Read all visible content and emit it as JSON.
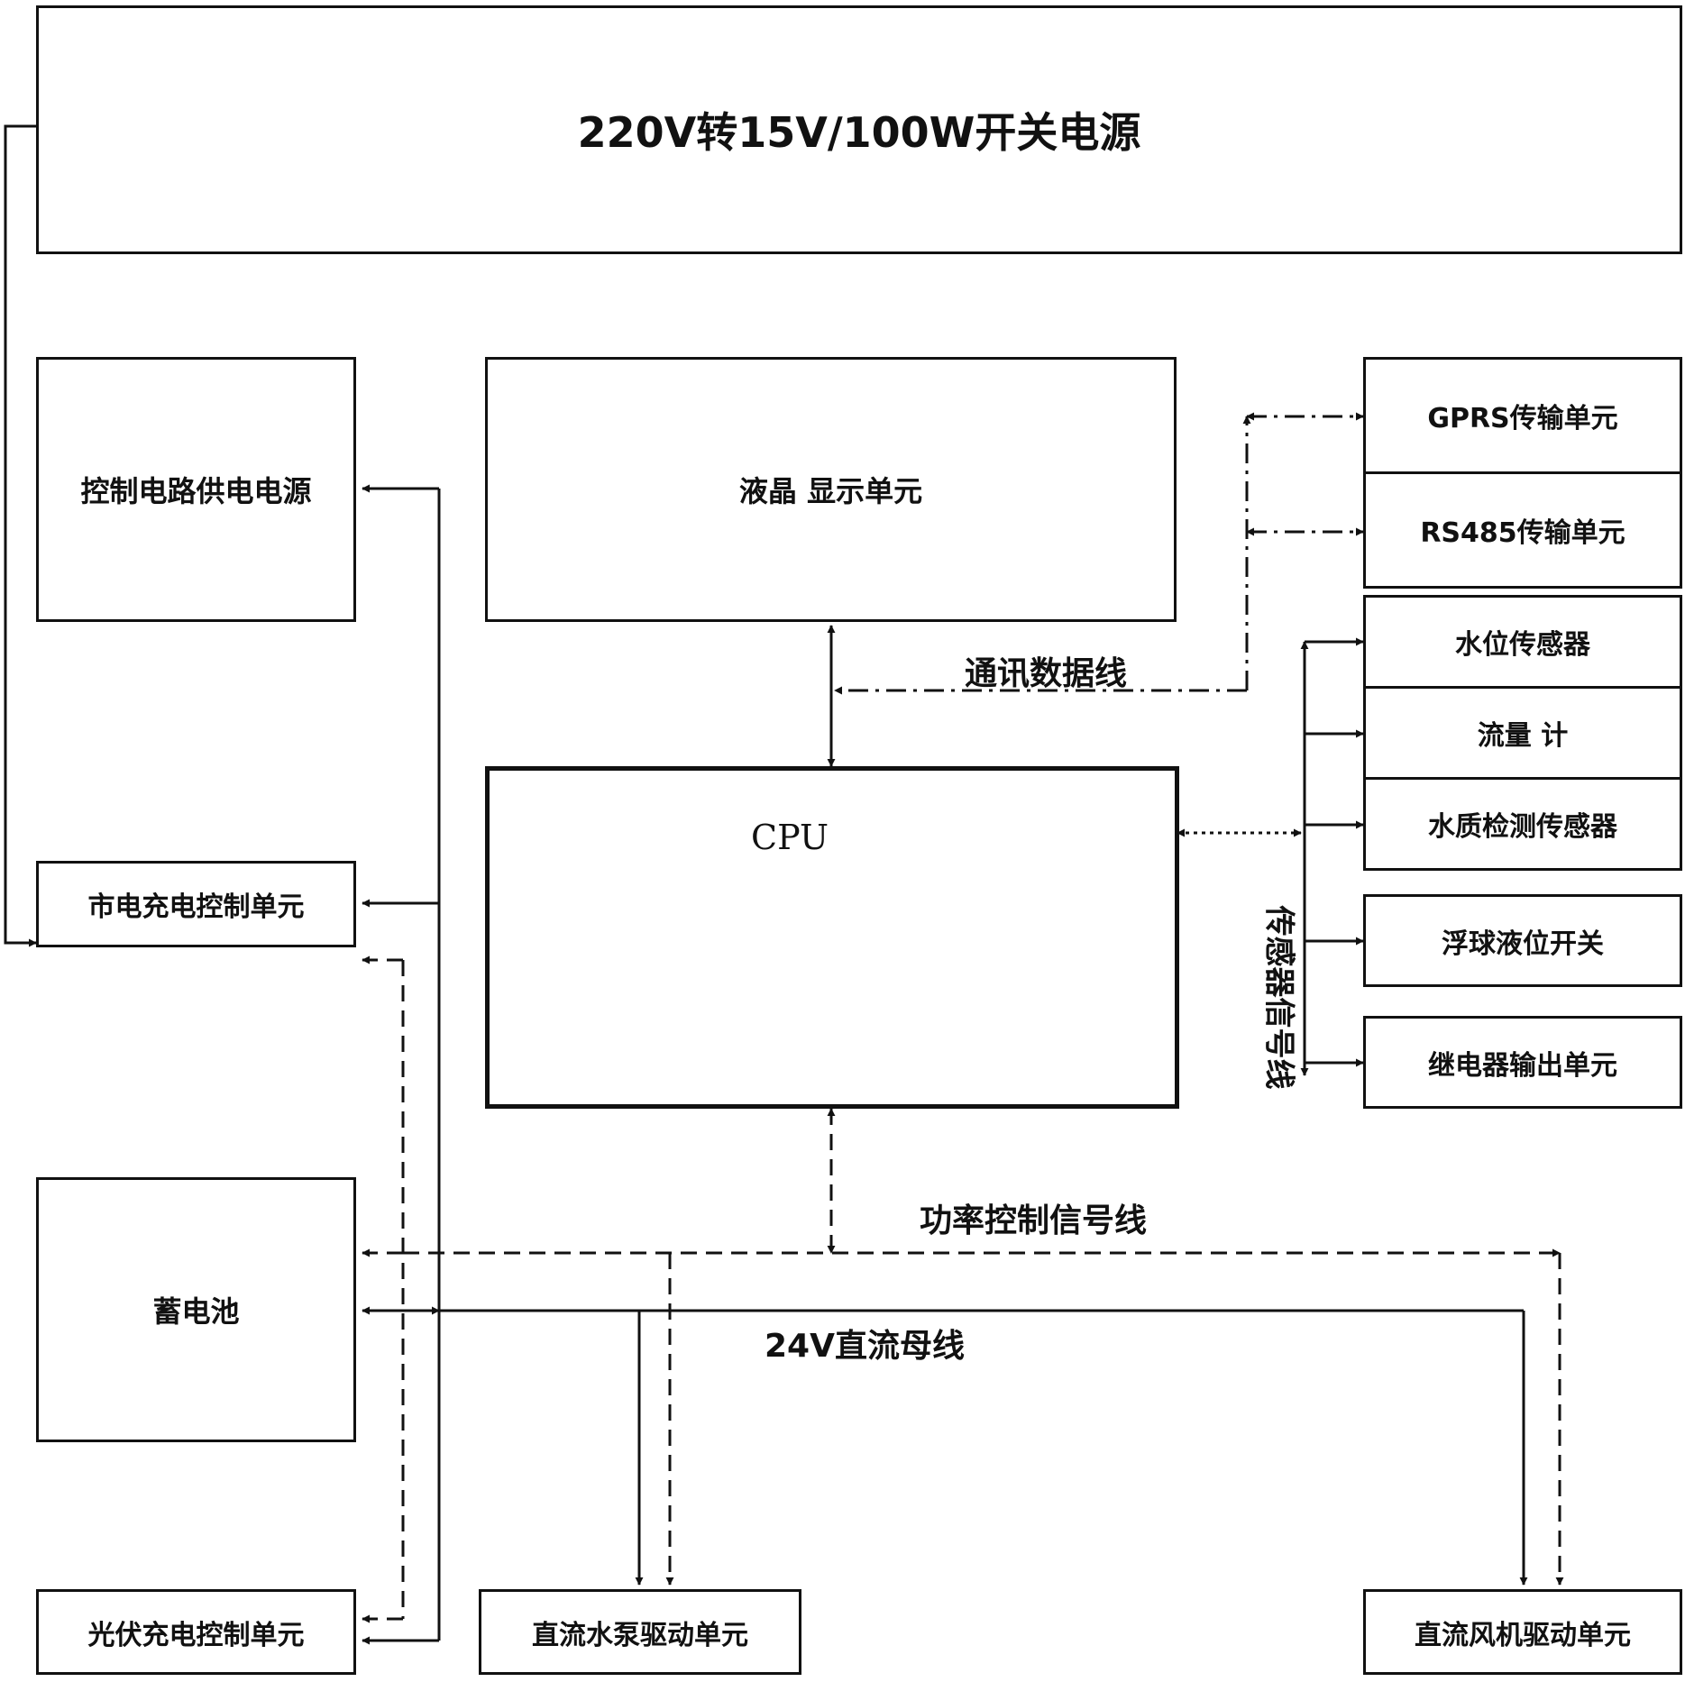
{
  "power_supply": {
    "label": "220V转15V/100W开关电源"
  },
  "left_units": {
    "control_power": "控制电路供电电源",
    "mains_charge": "市电充电控制单元",
    "battery": "蓄电池",
    "pv_charge": "光伏充电控制单元"
  },
  "center": {
    "lcd": "液晶 显示单元",
    "cpu": "CPU"
  },
  "comm_units": {
    "gprs": "GPRS传输单元",
    "rs485": "RS485传输单元"
  },
  "sensors": {
    "water_level": "水位传感器",
    "flow_meter": "流量 计",
    "water_quality": "水质检测传感器",
    "float_switch": "浮球液位开关",
    "relay_output": "继电器输出单元"
  },
  "drivers": {
    "pump": "直流水泵驱动单元",
    "fan": "直流风机驱动单元"
  },
  "line_labels": {
    "comm_data": "通讯数据线",
    "sensor_signal": "传感器信号线",
    "power_control": "功率控制信号线",
    "dc_bus": "24V直流母线"
  }
}
